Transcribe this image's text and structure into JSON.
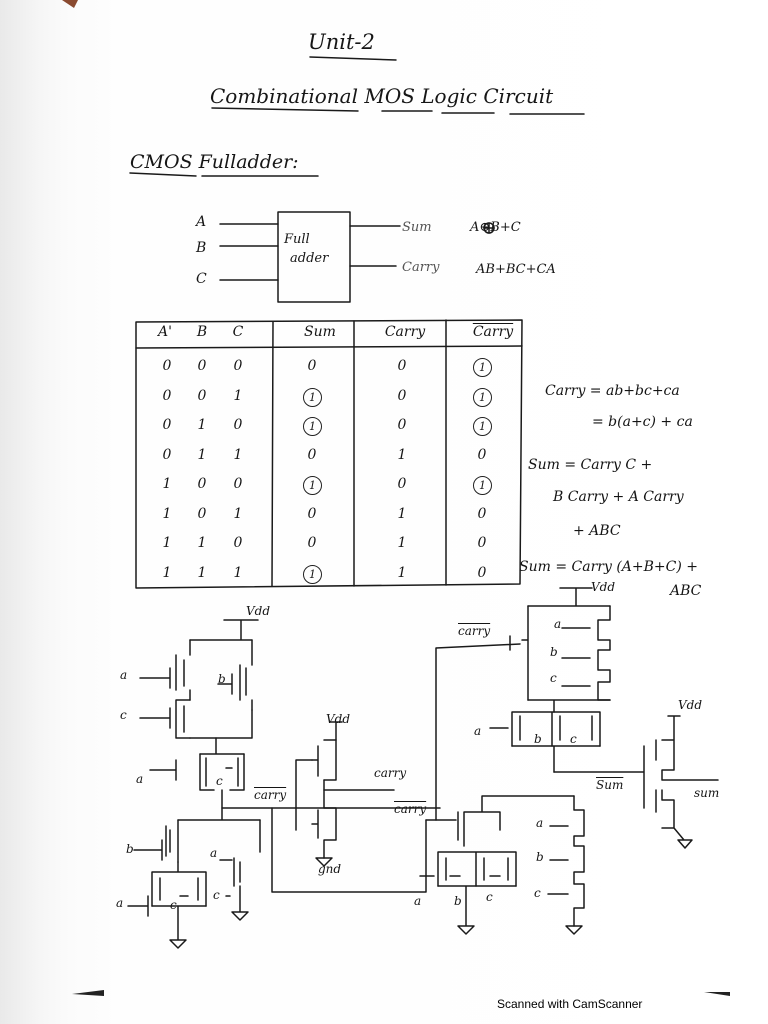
{
  "header": {
    "unit": "Unit-2",
    "title": "Combinational MOS Logic Circuit",
    "section": "CMOS Fulladder:"
  },
  "block_diagram": {
    "inputs": [
      "A",
      "B",
      "C"
    ],
    "block_label_line1": "Full",
    "block_label_line2": "adder",
    "sum_label": "Sum",
    "carry_label": "Carry",
    "sum_expr": "A⊕B+C",
    "carry_expr": "AB+BC+CA"
  },
  "truth_table": {
    "columns": [
      "A'",
      "B",
      "C",
      "Sum",
      "Carry",
      "Carry"
    ],
    "rows": [
      [
        "0",
        "0",
        "0",
        "0",
        "0",
        "1"
      ],
      [
        "0",
        "0",
        "1",
        "1",
        "0",
        "1"
      ],
      [
        "0",
        "1",
        "0",
        "1",
        "0",
        "1"
      ],
      [
        "0",
        "1",
        "1",
        "0",
        "1",
        "0"
      ],
      [
        "1",
        "0",
        "0",
        "1",
        "0",
        "1"
      ],
      [
        "1",
        "0",
        "1",
        "0",
        "1",
        "0"
      ],
      [
        "1",
        "1",
        "0",
        "0",
        "1",
        "0"
      ],
      [
        "1",
        "1",
        "1",
        "1",
        "1",
        "0"
      ]
    ]
  },
  "equations": {
    "carry1": "Carry = ab+bc+ca",
    "carry2": "= b(a+c) + ca",
    "sum1": "Sum = Carry C +",
    "sum2": "B Carry + A Carry",
    "sum3": "+ ABC",
    "sum4": "Sum = Carry (A+B+C) +",
    "sum5": "ABC"
  },
  "schematic_labels": {
    "vdd": "Vdd",
    "gnd": "gnd",
    "carry": "carry",
    "sum": "sum",
    "sum_out": "Sum",
    "a": "a",
    "b": "b",
    "c": "c"
  },
  "footer": "Scanned with CamScanner"
}
